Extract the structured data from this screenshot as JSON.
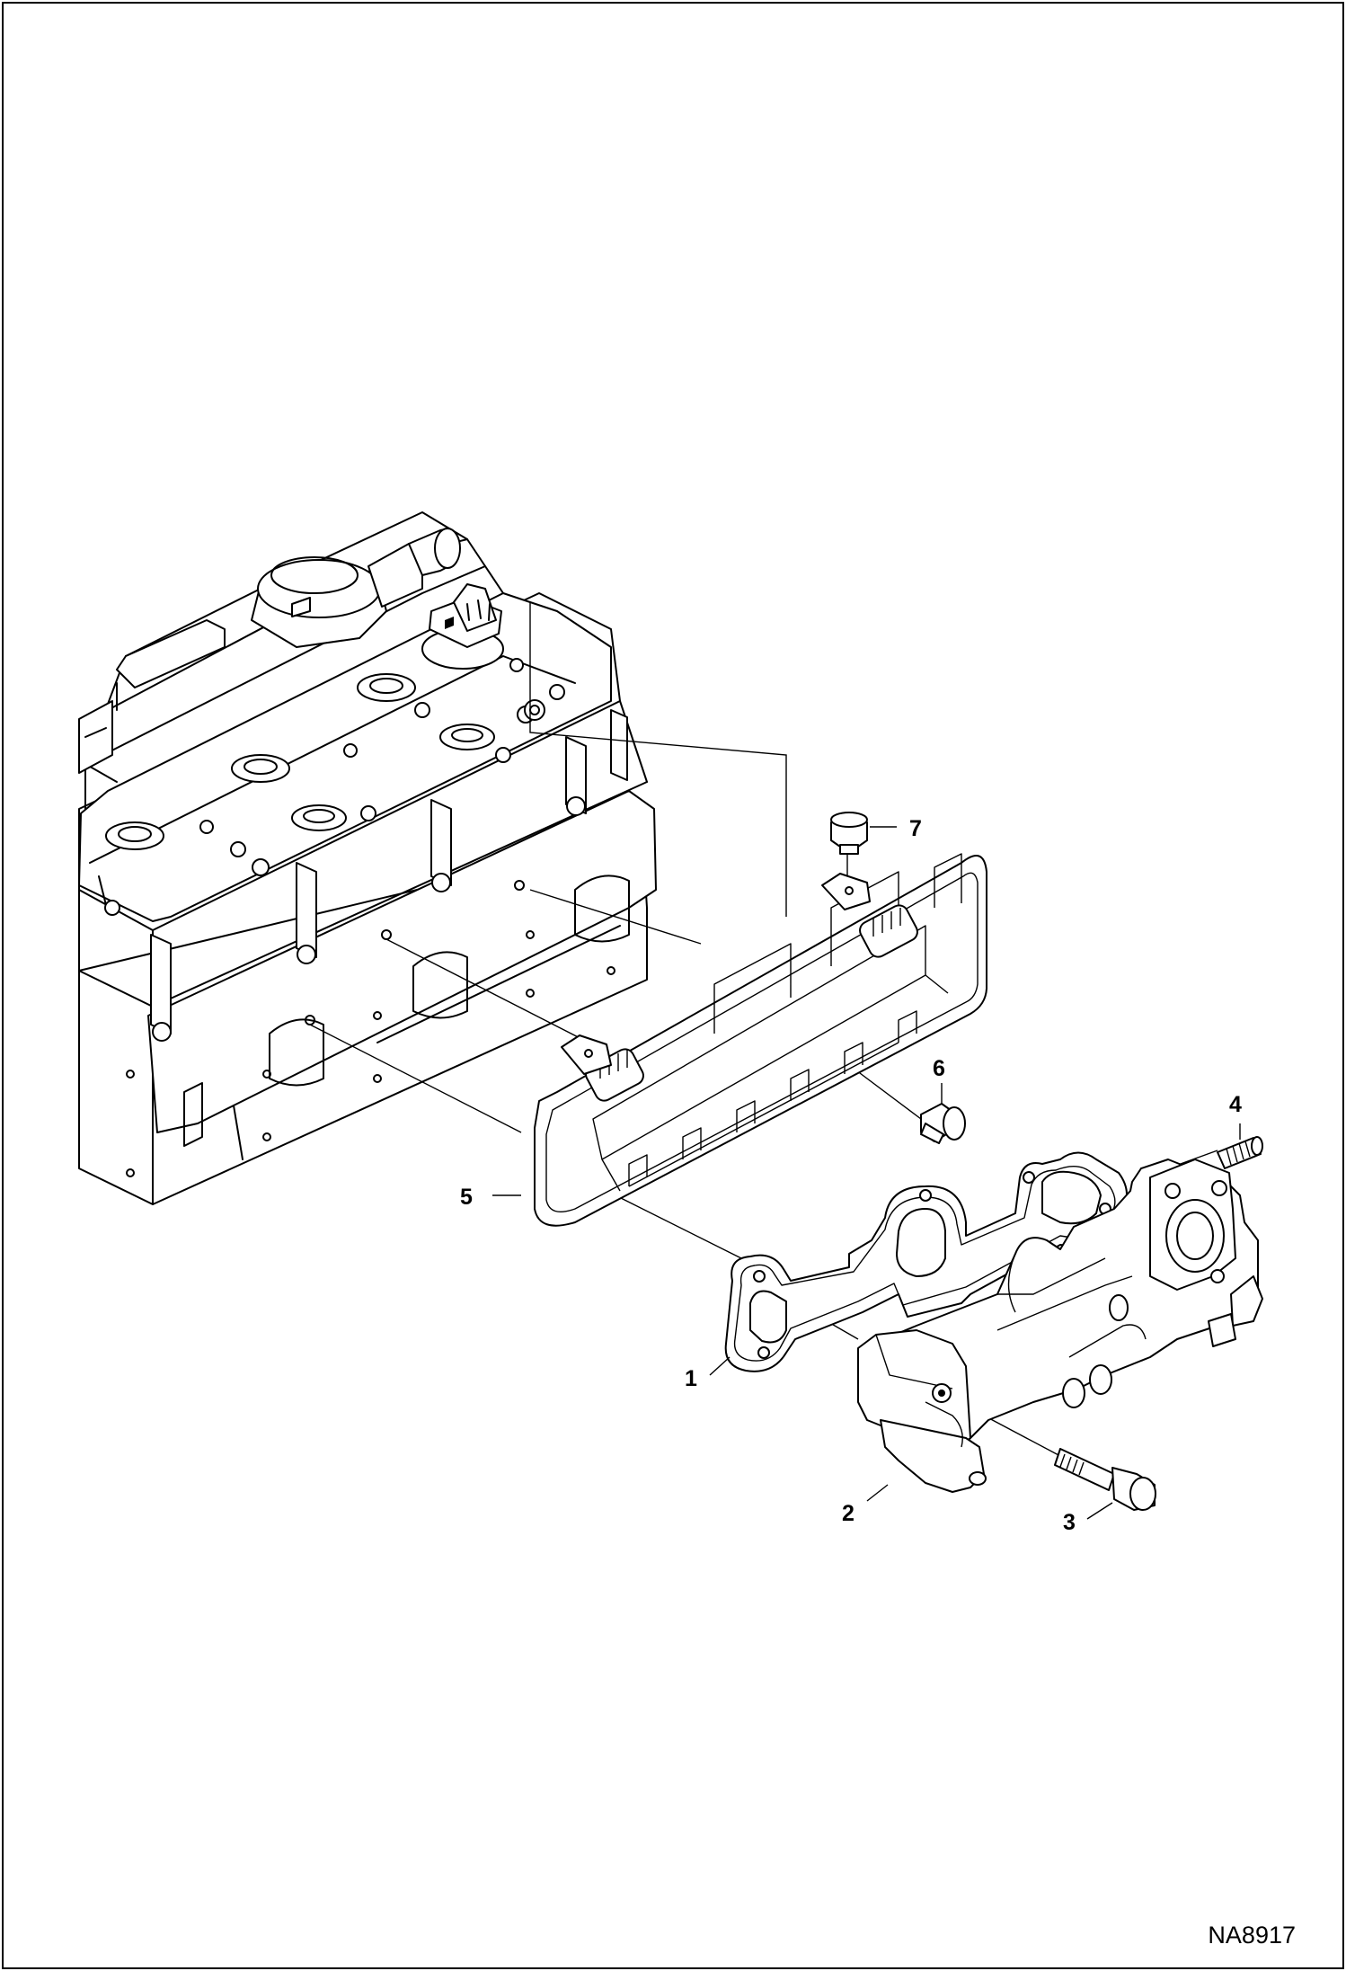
{
  "figure_id": "NA8917",
  "callouts": [
    {
      "label": "1"
    },
    {
      "label": "2"
    },
    {
      "label": "3"
    },
    {
      "label": "4"
    },
    {
      "label": "5"
    },
    {
      "label": "6"
    },
    {
      "label": "7"
    }
  ],
  "colors": {
    "line": "#000000",
    "background": "#ffffff"
  }
}
